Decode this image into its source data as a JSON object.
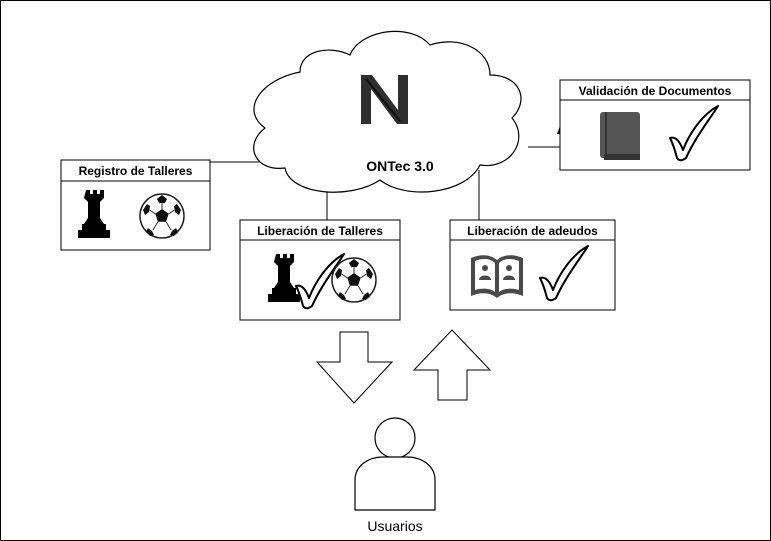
{
  "cloud": {
    "label": "ONTec 3.0",
    "logo": "n-logo-icon"
  },
  "boxes": {
    "registro": {
      "title": "Registro de Talleres",
      "icons": [
        "chess-rook-icon",
        "soccer-ball-icon"
      ]
    },
    "liberacion_talleres": {
      "title": "Liberación de Talleres",
      "icons": [
        "chess-rook-icon",
        "checkmark-icon",
        "soccer-ball-icon"
      ]
    },
    "liberacion_adeudos": {
      "title": "Liberación de adeudos",
      "icons": [
        "address-book-icon",
        "checkmark-icon"
      ]
    },
    "validacion": {
      "title": "Validación de Documentos",
      "icons": [
        "book-icon",
        "checkmark-icon"
      ]
    }
  },
  "user": {
    "label": "Usuarios",
    "icon": "user-icon"
  },
  "colors": {
    "stroke": "#000000",
    "icon_gray": "#555555",
    "background": "#ffffff"
  }
}
